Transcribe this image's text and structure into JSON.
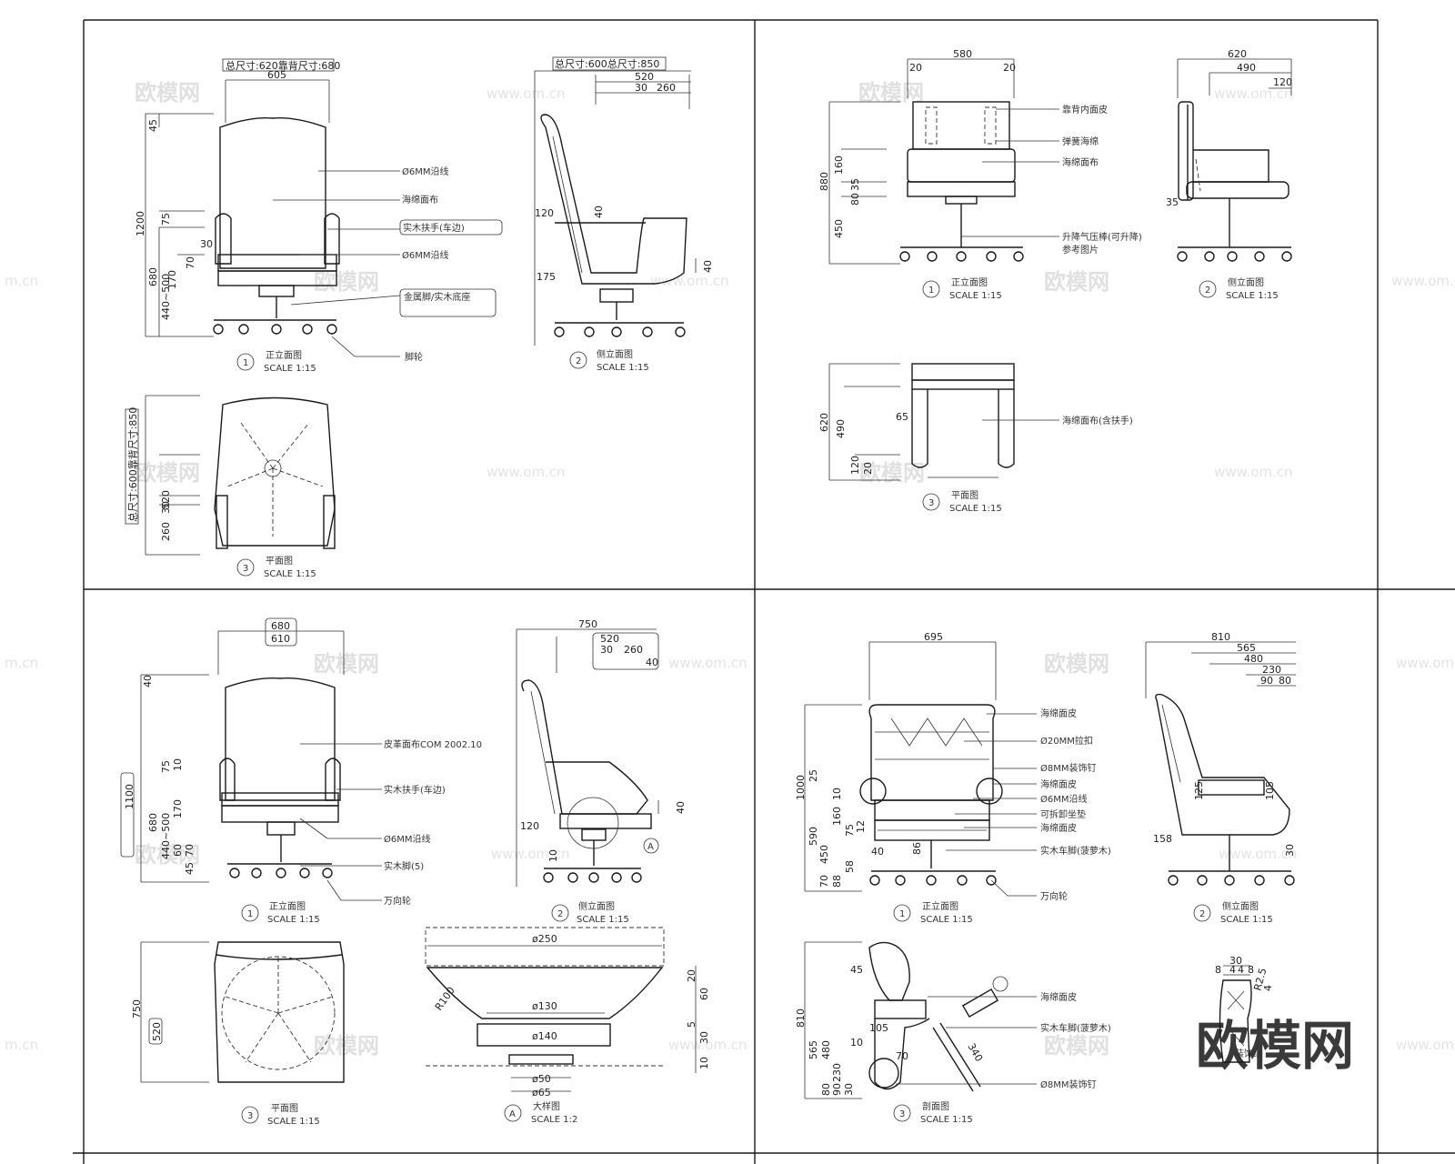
{
  "watermark": {
    "brand": "欧模网",
    "url": "www.om.cn",
    "url_partial": "m.cn"
  },
  "panels": {
    "tl": {
      "front": {
        "total_label": "总尺寸:620靠背尺寸:680",
        "width": "605",
        "d45": "45",
        "d1200": "1200",
        "d75": "75",
        "d30": "30",
        "d680": "680",
        "d170": "170",
        "d70": "70",
        "d440_500": "440~500",
        "note_piping": "Ø6MM沿线",
        "note_seat": "海绵面布",
        "note_arm": "实木扶手(车边)",
        "note_cord": "Ø6MM沿线",
        "note_base": "金属脚/实木底座",
        "note_caster": "脚轮",
        "title": "正立面图",
        "scale": "SCALE 1:15",
        "num": "1"
      },
      "side": {
        "total_label": "总尺寸:600总尺寸:850",
        "d520": "520",
        "d30": "30",
        "d260": "260",
        "d120": "120",
        "d40": "40",
        "d175": "175",
        "d40b": "40",
        "title": "侧立面图",
        "scale": "SCALE 1:15",
        "num": "2"
      },
      "plan": {
        "side_label": "总尺寸:600靠背尺寸:850",
        "d520": "520",
        "d30": "30",
        "d260": "260",
        "title": "平面图",
        "scale": "SCALE 1:15",
        "num": "3"
      }
    },
    "tr": {
      "front": {
        "d580": "580",
        "d20a": "20",
        "d20b": "20",
        "d880": "880",
        "d160": "160",
        "d35": "35",
        "d80": "80",
        "d450": "450",
        "note1": "靠背内面皮",
        "note2": "弹簧海绵",
        "note3": "海绵面布",
        "note4": "升降气压棒(可升降)",
        "note4b": "参考图片",
        "title": "正立面图",
        "scale": "SCALE 1:15",
        "num": "1"
      },
      "side": {
        "d620": "620",
        "d490": "490",
        "d120": "120",
        "d35": "35",
        "title": "侧立面图",
        "scale": "SCALE 1:15",
        "num": "2"
      },
      "plan": {
        "d620": "620",
        "d490": "490",
        "d65": "65",
        "d120": "120",
        "d20": "20",
        "note": "海绵面布(含扶手)",
        "title": "平面图",
        "scale": "SCALE 1:15",
        "num": "3"
      }
    },
    "bl": {
      "front": {
        "d680": "680",
        "d610": "610",
        "d40": "40",
        "d1100": "1100",
        "d75": "75",
        "d10": "10",
        "d680b": "680",
        "d170": "170",
        "d440_500": "440~500",
        "d60": "60",
        "d70": "70",
        "d45": "45",
        "note1": "皮革面布COM 2002.10",
        "note2": "实木扶手(车边)",
        "note3": "Ø6MM沿线",
        "note4": "实木脚(5)",
        "note5": "万向轮",
        "title": "正立面图",
        "scale": "SCALE 1:15",
        "num": "1"
      },
      "side": {
        "d750": "750",
        "d520": "520",
        "d30": "30",
        "d260": "260",
        "d40": "40",
        "d120": "120",
        "d40b": "40",
        "d10": "10",
        "detailref": "A",
        "title": "侧立面图",
        "scale": "SCALE 1:15",
        "num": "2"
      },
      "plan": {
        "d750": "750",
        "d520": "520",
        "title": "平面图",
        "scale": "SCALE 1:15",
        "num": "3"
      },
      "detail": {
        "d250": "ø250",
        "d130": "ø130",
        "d140": "ø140",
        "d50": "ø50",
        "d65": "ø65",
        "r": "R100",
        "d20": "20",
        "d60": "60",
        "d5": "5",
        "d30": "30",
        "d10": "10",
        "title": "大样图",
        "scale": "SCALE 1:2",
        "num": "A"
      }
    },
    "br": {
      "front": {
        "d695": "695",
        "d1000": "1000",
        "d25": "25",
        "d590": "590",
        "d160": "160",
        "d10": "10",
        "d75": "75",
        "d12": "12",
        "d450": "450",
        "d58": "58",
        "d70": "70",
        "d88": "88",
        "d40": "40",
        "d86": "86",
        "note1": "海绵面皮",
        "note2": "Ø20MM拉扣",
        "note3": "Ø8MM装饰钉",
        "note4": "海绵面皮",
        "note5": "Ø6MM沿线",
        "note6": "可拆卸坐垫",
        "note7": "海绵面皮",
        "note8": "实木车脚(菠萝木)",
        "note9": "万向轮",
        "title": "正立面图",
        "scale": "SCALE 1:15",
        "num": "1"
      },
      "side": {
        "d810": "810",
        "d565": "565",
        "d480": "480",
        "d230": "230",
        "d90": "90",
        "d80": "80",
        "d125": "125",
        "d105": "105",
        "d158": "158",
        "d30": "30",
        "title": "侧立面图",
        "scale": "SCALE 1:15",
        "num": "2"
      },
      "section": {
        "d810": "810",
        "d45": "45",
        "d565": "565",
        "d480": "480",
        "d105": "105",
        "d10": "10",
        "d230": "230",
        "d80": "80",
        "d90": "90",
        "d30": "30",
        "d340": "340",
        "d70": "70",
        "note1": "海绵面皮",
        "note2": "实木车脚(菠萝木)",
        "note3": "Ø8MM装饰钉",
        "title": "剖面图",
        "scale": "SCALE 1:15",
        "num": "3"
      },
      "profile": {
        "d30": "30",
        "d8a": "8",
        "d4a": "4",
        "d4b": "4",
        "d8b": "8",
        "r": "R2.5",
        "d4c": "4",
        "title": "装饰线"
      }
    }
  }
}
